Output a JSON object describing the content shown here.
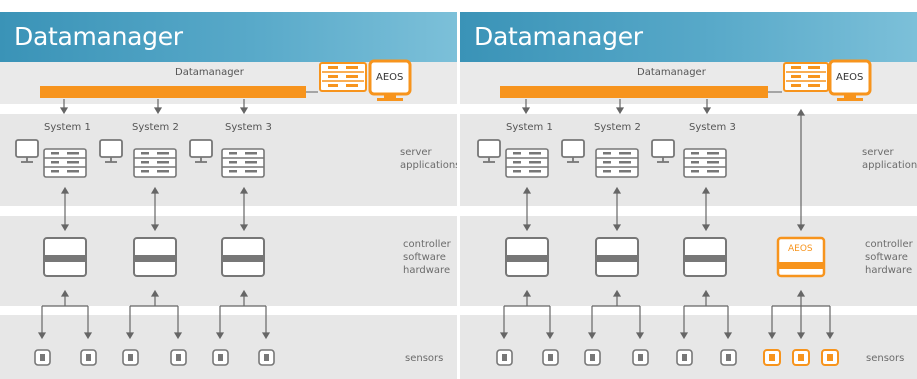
{
  "colors": {
    "accent": "#f7941d",
    "header": "#3a93b7",
    "band": "#e7e7e7",
    "icon": "#777777"
  },
  "panels": [
    {
      "title": "Datamanager",
      "bar_label": "Datamanager",
      "aeos_label": "AEOS",
      "systems": [
        "System 1",
        "System 2",
        "System 3"
      ],
      "labels": {
        "server": [
          "server",
          "applications"
        ],
        "controller": [
          "controller",
          "software",
          "hardware"
        ],
        "sensors": "sensors"
      }
    },
    {
      "title": "Datamanager",
      "bar_label": "Datamanager",
      "aeos_label": "AEOS",
      "controller_aeos_label": "AEOS",
      "systems": [
        "System 1",
        "System 2",
        "System 3"
      ],
      "labels": {
        "server": [
          "server",
          "applications"
        ],
        "controller": [
          "controller",
          "software",
          "hardware"
        ],
        "sensors": "sensors"
      }
    }
  ],
  "icons": [
    "monitor-icon",
    "server-rack-icon",
    "controller-icon",
    "sensor-icon",
    "arrow-icon"
  ]
}
